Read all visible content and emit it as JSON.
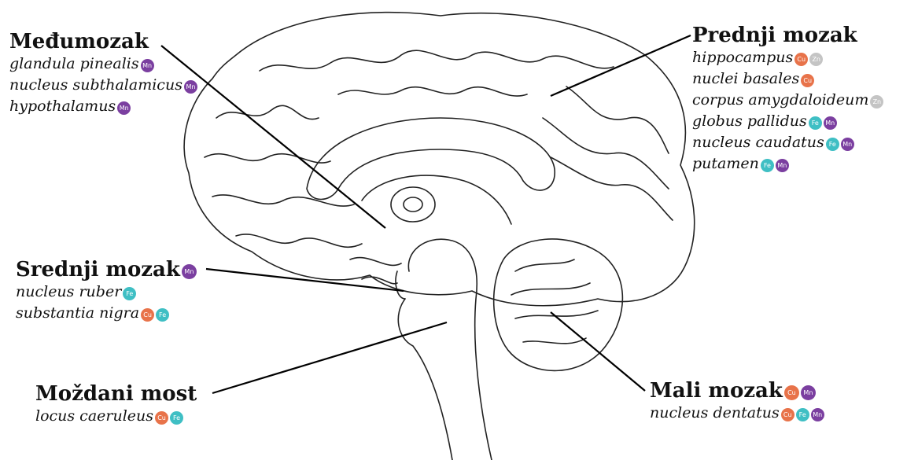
{
  "elements": {
    "Mn": {
      "symbol": "Mn",
      "color": "#7b3fa0"
    },
    "Cu": {
      "symbol": "Cu",
      "color": "#e8734a"
    },
    "Zn": {
      "symbol": "Zn",
      "color": "#c4c4c4"
    },
    "Fe": {
      "symbol": "Fe",
      "color": "#3fbfc4"
    }
  },
  "regions": {
    "medumozak": {
      "title": "Međumozak",
      "title_badges": [],
      "items": [
        {
          "label": "glandula pinealis",
          "badges": [
            "Mn"
          ]
        },
        {
          "label": "nucleus subthalamicus",
          "badges": [
            "Mn"
          ]
        },
        {
          "label": "hypothalamus",
          "badges": [
            "Mn"
          ]
        }
      ]
    },
    "prednji": {
      "title": "Prednji mozak",
      "title_badges": [],
      "items": [
        {
          "label": "hippocampus",
          "badges": [
            "Cu",
            "Zn"
          ]
        },
        {
          "label": "nuclei basales",
          "badges": [
            "Cu"
          ]
        },
        {
          "label": "corpus amygdaloideum",
          "badges": [
            "Zn"
          ]
        },
        {
          "label": "globus pallidus",
          "badges": [
            "Fe",
            "Mn"
          ]
        },
        {
          "label": "nucleus caudatus",
          "badges": [
            "Fe",
            "Mn"
          ]
        },
        {
          "label": "putamen",
          "badges": [
            "Fe",
            "Mn"
          ]
        }
      ]
    },
    "srednji": {
      "title": "Srednji mozak",
      "title_badges": [
        "Mn"
      ],
      "items": [
        {
          "label": "nucleus ruber",
          "badges": [
            "Fe"
          ]
        },
        {
          "label": "substantia nigra",
          "badges": [
            "Cu",
            "Fe"
          ]
        }
      ]
    },
    "mali": {
      "title": "Mali mozak",
      "title_badges": [
        "Cu",
        "Mn"
      ],
      "items": [
        {
          "label": "nucleus dentatus",
          "badges": [
            "Cu",
            "Fe",
            "Mn"
          ]
        }
      ]
    },
    "most": {
      "title": "Moždani most",
      "title_badges": [],
      "items": [
        {
          "label": "locus caeruleus",
          "badges": [
            "Cu",
            "Fe"
          ]
        }
      ]
    }
  }
}
